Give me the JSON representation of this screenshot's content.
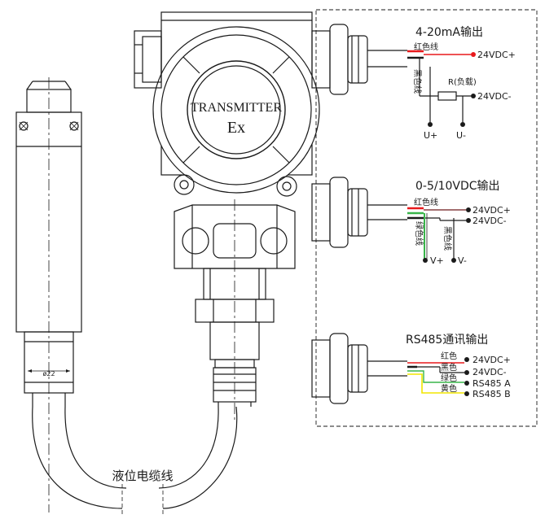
{
  "device": {
    "label_main": "TRANSMITTER",
    "label_ex": "Ex",
    "probe_diameter": "ø22"
  },
  "cable_label": "液位电缆线",
  "sections": {
    "current": {
      "title": "4-20mA输出",
      "red_wire": "红色线",
      "black_wire": "黑色线",
      "resistor": "R(负载)",
      "terminal_pos": "24VDC+",
      "terminal_neg": "24VDC-",
      "meter_pos": "U+",
      "meter_neg": "U-"
    },
    "voltage": {
      "title": "0-5/10VDC输出",
      "red_wire": "红色线",
      "green_wire": "绿色线",
      "black_wire": "黑色线",
      "terminal_pos": "24VDC+",
      "terminal_neg": "24VDC-",
      "out_pos": "V+",
      "out_neg": "V-"
    },
    "rs485": {
      "title": "RS485通讯输出",
      "red": "红色",
      "black": "黑色",
      "green": "绿色",
      "yellow": "黄色",
      "terminal_pos": "24VDC+",
      "terminal_neg": "24VDC-",
      "bus_a": "RS485 A",
      "bus_b": "RS485 B"
    }
  },
  "colors": {
    "line": "#1a1a1a",
    "red_wire": "#e8191c",
    "green_wire": "#39b54a",
    "yellow_wire": "#f2e600"
  }
}
